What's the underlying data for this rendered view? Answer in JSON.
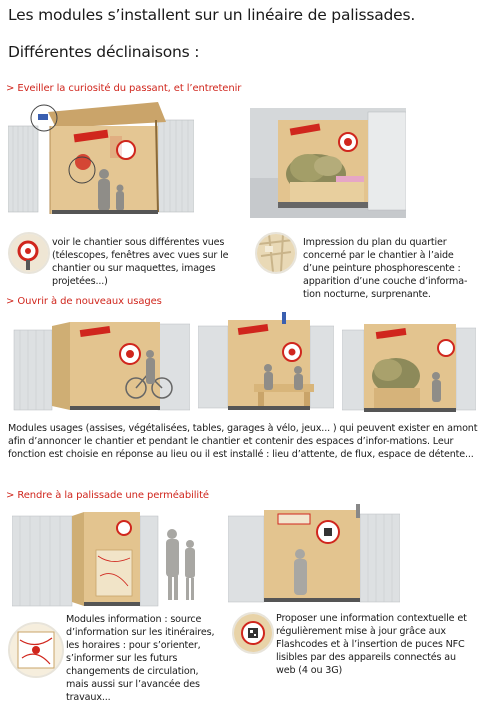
{
  "title": "Les modules s’installent sur un linéaire de palissades.",
  "subtitle": "Différentes déclinaisons :",
  "sections": [
    {
      "heading": "> Eveiller la curiosité du passant, et l’entretenir",
      "items": [
        {
          "text": "voir le chantier sous différentes vues (télescopes, fenêtres avec vues sur le chantier ou sur maquettes, images projetées...)"
        },
        {
          "text": "Impression du plan du quartier concerné par le chantier à l’aide d’une peinture phosphorescente : apparition d’une couche d’informa-tion nocturne, surprenante."
        }
      ]
    },
    {
      "heading": "> Ouvrir à de nouveaux usages",
      "text": "Modules usages (assises, végétalisées, tables, garages à vélo, jeux... ) qui peuvent exister en amont afin d’annoncer le chantier et pendant le chantier et contenir des espaces d’infor-mations. Leur fonction est choisie en réponse au lieu ou il est installé : lieu d’attente, de flux, espace de détente..."
    },
    {
      "heading": "> Rendre à la palissade une perméabilité",
      "items": [
        {
          "text": "Modules information : source d’information sur les itinéraires, les horaires : pour s’orienter, s’informer sur les futurs changements de circulation, mais aussi sur l’avancée des travaux..."
        },
        {
          "text": "Proposer une information contextuelle et régulièrement mise à jour grâce aux Flashcodes et à l’insertion de puces NFC lisibles par des appareils connectés au web (4 ou 3G)"
        }
      ]
    }
  ],
  "colors": {
    "accent": "#d0261d",
    "wood": "#e2c590",
    "panel": "#d9dcde"
  }
}
